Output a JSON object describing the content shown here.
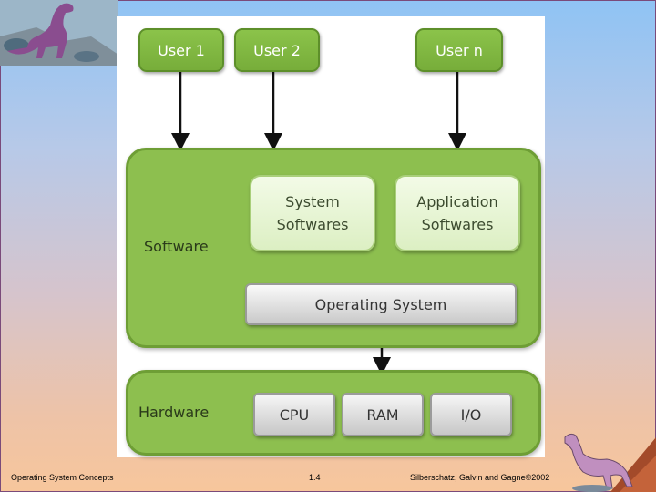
{
  "diagram": {
    "users": [
      "User 1",
      "User 2",
      "User n"
    ],
    "software": {
      "label": "Software",
      "system_line1": "System",
      "system_line2": "Softwares",
      "app_line1": "Application",
      "app_line2": "Softwares",
      "os": "Operating System"
    },
    "hardware": {
      "label": "Hardware",
      "items": [
        "CPU",
        "RAM",
        "I/O"
      ]
    }
  },
  "footer": {
    "left": "Operating System Concepts",
    "center": "1.4",
    "right": "Silberschatz, Galvin and  Gagne©2002"
  },
  "colors": {
    "group_fill": "#8dbf4f",
    "user_fill": "#8bc34a",
    "soft_fill": "#e8f5d6",
    "gray_box": "#d9d9d9"
  }
}
